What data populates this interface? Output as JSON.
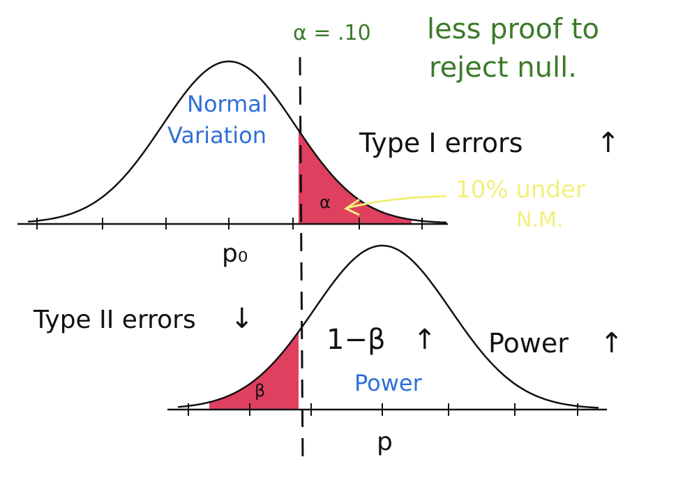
{
  "colors": {
    "curve": "#111111",
    "shade": "#e0405f",
    "blue_text": "#2f6fd8",
    "green_text": "#3c7a2a",
    "yellow_text": "#f2f07a",
    "black_text": "#111111"
  },
  "alpha_label": "α = .10",
  "note": {
    "line1": "less proof to",
    "line2": "reject null."
  },
  "top_curve": {
    "label_line1": "Normal",
    "label_line2": "Variation",
    "alpha_region": "α",
    "center_label": "p₀"
  },
  "type1": {
    "text": "Type I errors",
    "arrow": "↑"
  },
  "annotation": {
    "line1": "10% under",
    "line2": "N.M."
  },
  "type2": {
    "text": "Type II errors",
    "arrow": "↓"
  },
  "bottom_curve": {
    "one_minus_beta": "1−β",
    "one_minus_beta_arrow": "↑",
    "power_label": "Power",
    "beta_region": "β",
    "center_label": "p"
  },
  "power_side": {
    "text": "Power",
    "arrow": "↑"
  }
}
